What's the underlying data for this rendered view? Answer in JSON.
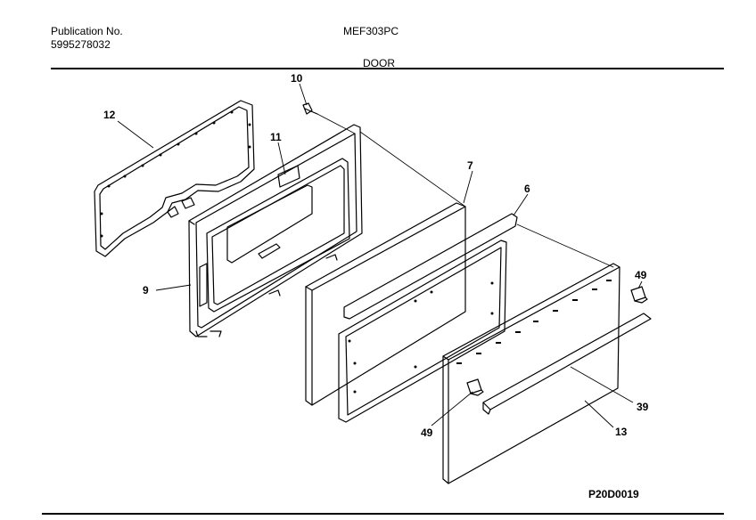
{
  "header": {
    "publication_label": "Publication No.",
    "publication_number": "5995278032",
    "model": "MEF303PC",
    "section_title": "DOOR"
  },
  "callouts": {
    "c10": "10",
    "c12": "12",
    "c11": "11",
    "c7": "7",
    "c6": "6",
    "c9": "9",
    "c49a": "49",
    "c39": "39",
    "c49b": "49",
    "c13": "13"
  },
  "figure_code": "P20D0019"
}
